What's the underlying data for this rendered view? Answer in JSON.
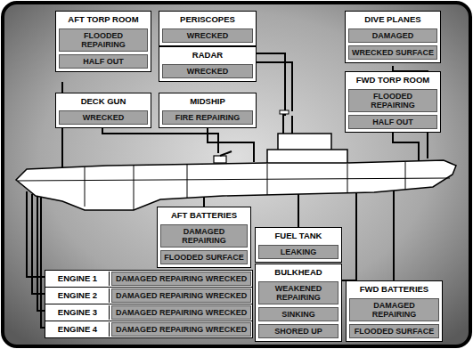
{
  "diagram": {
    "nodes": [
      {
        "text": [
          "AFT TORP ROOM"
        ]
      },
      {
        "text": [
          "FLOODED REPAIRING"
        ],
        "in": 0
      },
      {
        "text": [
          "HALF OUT"
        ],
        "in": 0
      },
      {
        "text": [
          "PERISCOPES"
        ]
      },
      {
        "text": [
          "WRECKED"
        ],
        "in": 3
      },
      {
        "text": [
          "DIVE PLANES"
        ]
      },
      {
        "text": [
          "DAMAGED"
        ],
        "in": 5
      },
      {
        "text": [
          "WRECKED SURFACE"
        ],
        "in": 5
      },
      {
        "text": [
          "RADAR"
        ]
      },
      {
        "text": [
          "WRECKED"
        ],
        "in": 8
      },
      {
        "text": [
          "DECK GUN"
        ]
      },
      {
        "text": [
          "WRECKED"
        ],
        "in": 10
      },
      {
        "text": [
          "MIDSHIP"
        ]
      },
      {
        "text": [
          "FIRE REPAIRING"
        ],
        "in": 12
      },
      {
        "text": [
          "FWD TORP ROOM"
        ]
      },
      {
        "text": [
          "FLOODED REPAIRING"
        ],
        "in": 14
      },
      {
        "text": [
          "HALF OUT"
        ],
        "in": 14
      },
      {
        "text": [
          "AFT BATTERIES"
        ]
      },
      {
        "text": [
          "DAMAGED REPAIRING"
        ],
        "in": 17
      },
      {
        "text": [
          "FLOODED SURFACE"
        ],
        "in": 17
      },
      {
        "text": [
          "FUEL TANK"
        ]
      },
      {
        "text": [
          "LEAKING"
        ],
        "in": 20
      },
      {
        "text": [
          "BULKHEAD"
        ]
      },
      {
        "text": [
          "WEAKENED REPAIRING"
        ],
        "in": 22
      },
      {
        "text": [
          "SINKING"
        ],
        "in": 22
      },
      {
        "text": [
          "SHORED UP"
        ],
        "in": 22
      },
      {
        "text": [
          "FWD BATTERIES"
        ]
      },
      {
        "text": [
          "DAMAGED REPAIRING"
        ],
        "in": 26
      },
      {
        "text": [
          "FLOODED SURFACE"
        ],
        "in": 26
      },
      {
        "text": [
          "ENGINE 1"
        ]
      },
      {
        "text": [
          "DAMAGED REPAIRING WRECKED"
        ],
        "in": 29
      },
      {
        "text": [
          "ENGINE 2"
        ]
      },
      {
        "text": [
          "DAMAGED REPAIRING WRECKED"
        ],
        "in": 31
      },
      {
        "text": [
          "ENGINE 3"
        ]
      },
      {
        "text": [
          "DAMAGED REPAIRING WRECKED"
        ],
        "in": 33
      },
      {
        "text": [
          "ENGINE 4"
        ]
      },
      {
        "text": [
          "DAMAGED REPAIRING WRECKED"
        ],
        "in": 35
      }
    ]
  }
}
